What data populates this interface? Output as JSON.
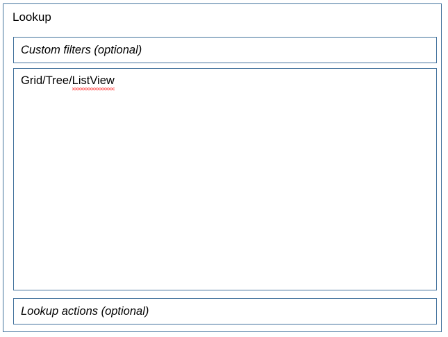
{
  "lookup": {
    "title": "Lookup",
    "border_color": "#41719C",
    "background_color": "#FFFFFF",
    "text_color": "#000000",
    "panels": [
      {
        "name": "custom-filters",
        "label": "Custom filters (optional)",
        "style": "italic",
        "optional": true
      },
      {
        "name": "grid-tree-listview",
        "label_prefix": "Grid/Tree/",
        "label_misspelled": "ListView",
        "label_full": "Grid/Tree/ListView",
        "style": "normal",
        "spellcheck_color": "#FF6B6B",
        "optional": false
      },
      {
        "name": "lookup-actions",
        "label": "Lookup actions (optional)",
        "style": "italic",
        "optional": true
      }
    ]
  }
}
